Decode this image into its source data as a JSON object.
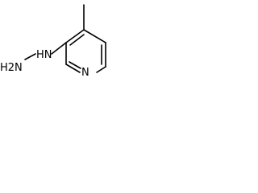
{
  "molecule": {
    "atoms": {
      "hydrazine": "HN",
      "hydrazine_terminal": "H2N",
      "ring_nitrogen": "N"
    },
    "colors": {
      "bond": "#000000",
      "text": "#000000",
      "background": "#ffffff"
    }
  }
}
